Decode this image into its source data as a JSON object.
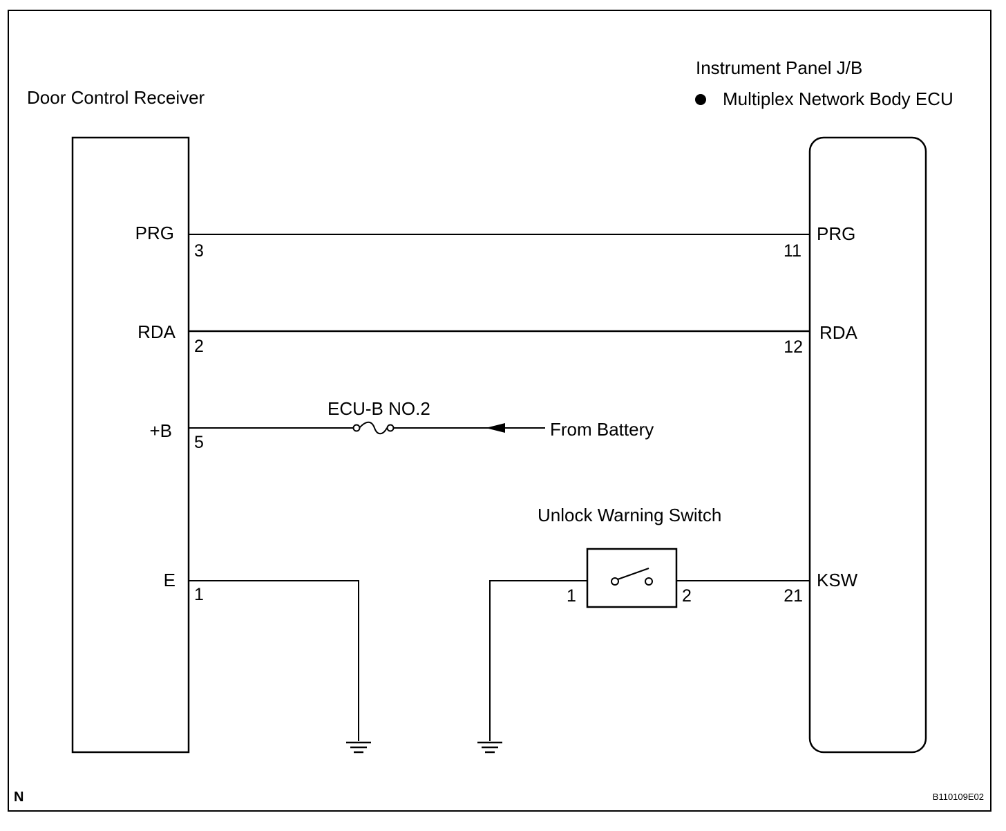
{
  "receiver": {
    "title": "Door Control Receiver",
    "signals": {
      "prg": {
        "name": "PRG",
        "pin": "3"
      },
      "rda": {
        "name": "RDA",
        "pin": "2"
      },
      "b": {
        "name": "+B",
        "pin": "5"
      },
      "e": {
        "name": "E",
        "pin": "1"
      }
    }
  },
  "ecu": {
    "title": "Instrument Panel J/B",
    "subtitle": "Multiplex Network Body ECU",
    "signals": {
      "prg": {
        "name": "PRG",
        "pin": "11"
      },
      "rda": {
        "name": "RDA",
        "pin": "12"
      },
      "ksw": {
        "name": "KSW",
        "pin": "21"
      }
    }
  },
  "fuse": {
    "label": "ECU-B NO.2"
  },
  "battery": {
    "label": "From Battery"
  },
  "switch": {
    "label": "Unlock Warning Switch",
    "pin_left": "1",
    "pin_right": "2"
  },
  "footer": {
    "code": "N",
    "figure_id": "B110109E02"
  }
}
